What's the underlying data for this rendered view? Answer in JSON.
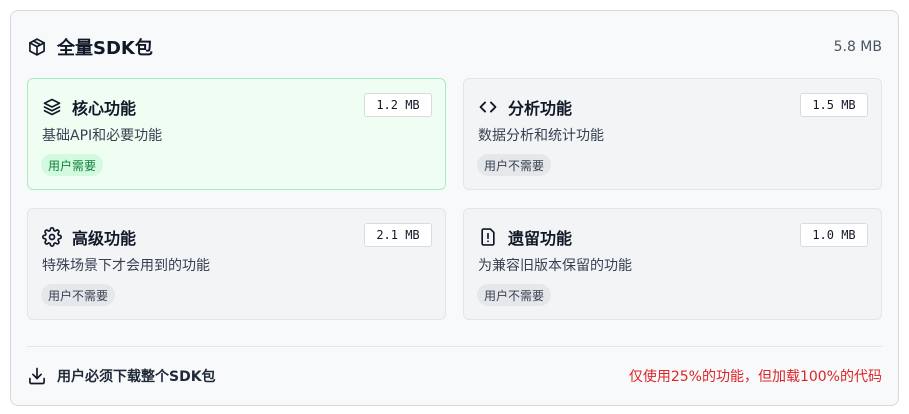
{
  "package": {
    "title": "全量SDK包",
    "total_size": "5.8 MB",
    "icon": "package-icon"
  },
  "modules": [
    {
      "title": "核心功能",
      "size": "1.2 MB",
      "description": "基础API和必要功能",
      "badge": "用户需要",
      "icon": "layers-icon",
      "required": true
    },
    {
      "title": "分析功能",
      "size": "1.5 MB",
      "description": "数据分析和统计功能",
      "badge": "用户不需要",
      "icon": "code-icon",
      "required": false
    },
    {
      "title": "高级功能",
      "size": "2.1 MB",
      "description": "特殊场景下才会用到的功能",
      "badge": "用户不需要",
      "icon": "gear-icon",
      "required": false
    },
    {
      "title": "遗留功能",
      "size": "1.0 MB",
      "description": "为兼容旧版本保留的功能",
      "badge": "用户不需要",
      "icon": "alert-file-icon",
      "required": false
    }
  ],
  "footer": {
    "text": "用户必须下载整个SDK包",
    "warning": "仅使用25%的功能，但加载100%的代码",
    "icon": "download-icon",
    "warning_color": "#dc2626"
  },
  "colors": {
    "required_card_bg": "#effdf3",
    "required_badge_text": "#15803d",
    "card_bg": "#f3f4f6"
  }
}
